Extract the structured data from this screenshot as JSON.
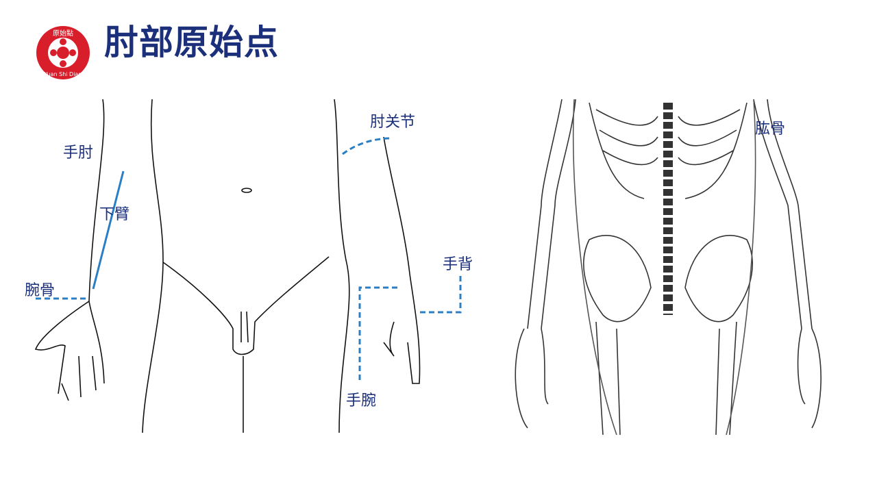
{
  "header": {
    "title": "肘部原始点",
    "logo": {
      "top_text": "原始點",
      "bottom_text": "Yuan Shi Dian",
      "color": "#d81e2a"
    }
  },
  "labels": {
    "elbow": "手肘",
    "forearm": "下臂",
    "wrist_bone": "腕骨",
    "elbow_joint": "肘关节",
    "hand_back": "手背",
    "wrist": "手腕",
    "humerus": "肱骨"
  },
  "colors": {
    "title": "#1b2f7a",
    "marker": "#2a7fc4"
  }
}
